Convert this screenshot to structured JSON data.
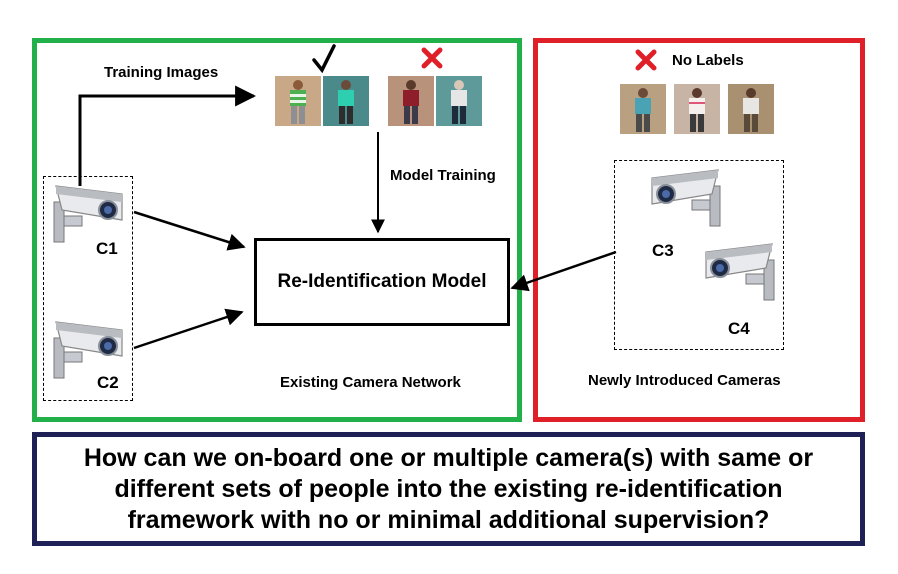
{
  "existing": {
    "training_images_label": "Training Images",
    "model_training_label": "Model Training",
    "model_label": "Re-Identification Model",
    "network_label": "Existing Camera Network",
    "cameras": [
      "C1",
      "C2"
    ]
  },
  "new": {
    "no_labels": "No Labels",
    "network_label": "Newly Introduced Cameras",
    "cameras": [
      "C3",
      "C4"
    ]
  },
  "question": "How can we on-board one or multiple camera(s) with same or different sets of people into the existing re-identification framework with no or minimal additional supervision?",
  "colors": {
    "existing_border": "#22b04b",
    "new_border": "#e02028",
    "question_border": "#1f2156",
    "cross": "#e02028"
  },
  "icons": {
    "camera": "security-camera-icon",
    "check": "check-icon",
    "cross": "cross-icon"
  }
}
